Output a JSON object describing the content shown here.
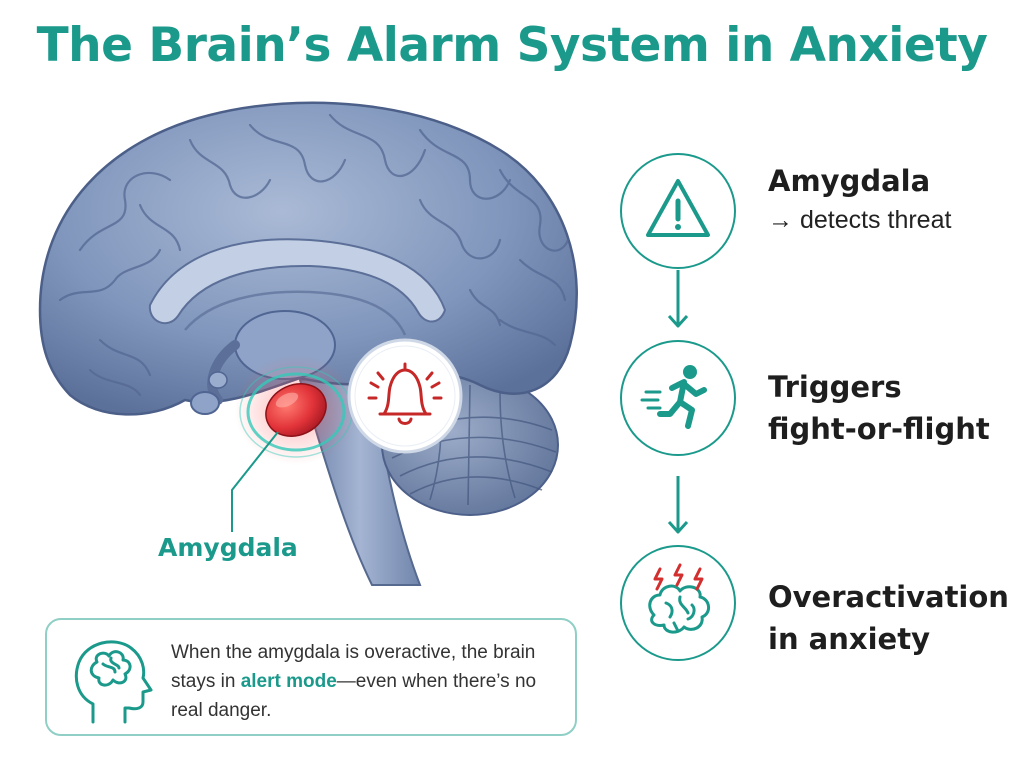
{
  "title": "The Brain’s Alarm System in Anxiety",
  "brain_label": "Amygdala",
  "steps": [
    {
      "title_line1": "Amygdala",
      "title_line2": "",
      "description": "→ detects threat",
      "icon": "warning-triangle-icon"
    },
    {
      "title_line1": "Triggers",
      "title_line2": "fight-or-flight",
      "description": "",
      "icon": "running-person-icon"
    },
    {
      "title_line1": "Overactivation",
      "title_line2": "in anxiety",
      "description": "",
      "icon": "brain-lightning-icon"
    }
  ],
  "callout": {
    "text_before": "When the amygdala is overactive, the brain stays in ",
    "highlight": "alert mode",
    "text_after": "—even when there’s no real danger.",
    "icon": "head-brain-icon"
  },
  "colors": {
    "teal": "#1b9a8c",
    "amygdala_red": "#e2343a",
    "brain_blue": "#7f94b8",
    "text_dark": "#1e1e1e"
  }
}
